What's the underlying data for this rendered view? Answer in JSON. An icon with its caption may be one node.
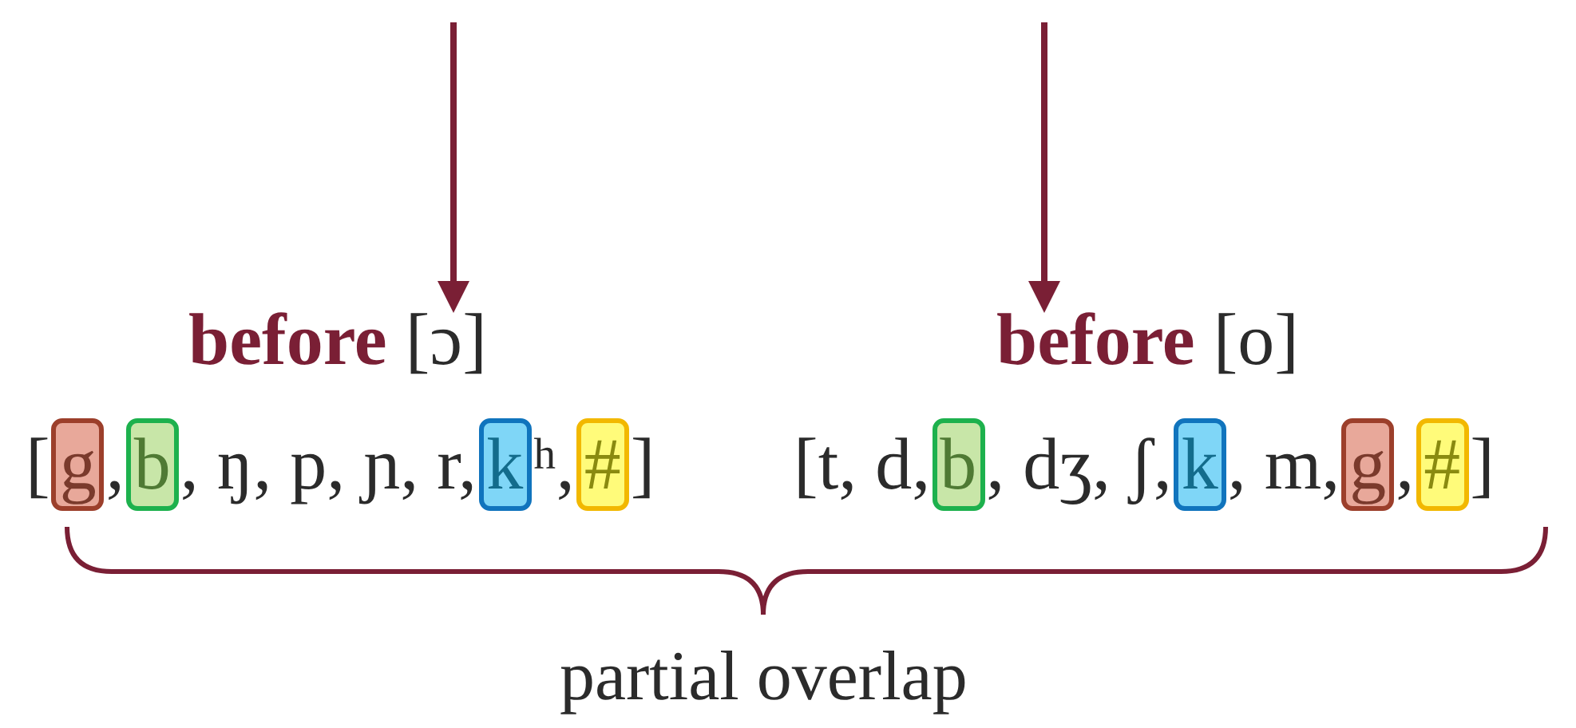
{
  "diagram": {
    "nodes": [
      {
        "text": [
          "**before** [ɔ]"
        ]
      },
      {
        "text": [
          "**before** [o]"
        ]
      },
      {
        "text": [
          "g"
        ]
      },
      {
        "text": [
          "b"
        ]
      },
      {
        "text": [
          "k"
        ]
      },
      {
        "text": [
          "#"
        ]
      },
      {
        "text": [
          "b"
        ]
      },
      {
        "text": [
          "k"
        ]
      },
      {
        "text": [
          "g"
        ]
      },
      {
        "text": [
          "#"
        ]
      }
    ],
    "edges": [
      {
        "from": null,
        "to": 0,
        "arrow": "to"
      },
      {
        "from": null,
        "to": 1,
        "arrow": "to"
      }
    ],
    "labels": [
      "[",
      ",",
      ", ŋ, p, ɲ, r,",
      "ʰ,",
      "]",
      "[t, d,",
      ", dʒ, ʃ,",
      ", m,",
      ",",
      "]",
      "partial overlap"
    ]
  }
}
